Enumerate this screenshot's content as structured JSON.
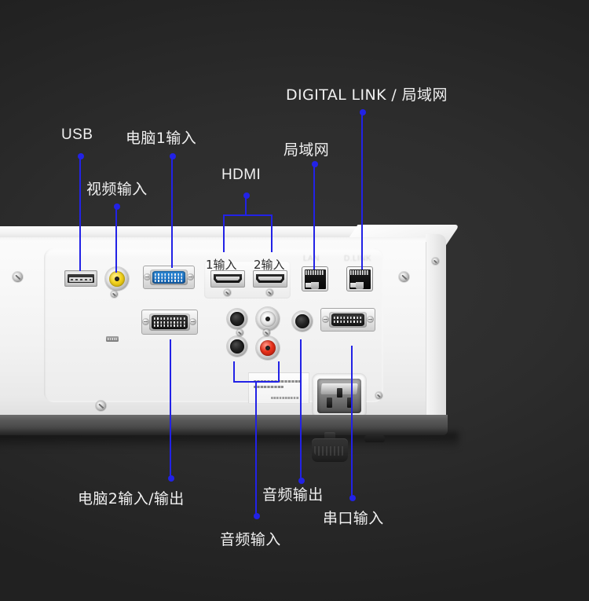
{
  "image": {
    "subject": "projector-rear-connector-panel",
    "background_color": "#2b2b2b",
    "annotation_color": "#2222e6",
    "label_text_color": "#f0f0f0"
  },
  "callouts": [
    {
      "id": "digital-link",
      "label": "DIGITAL LINK / 局域网",
      "target_port": "rj45-right"
    },
    {
      "id": "usb",
      "label": "USB",
      "target_port": "usb-a"
    },
    {
      "id": "computer1-in",
      "label": "电脑1输入",
      "target_port": "vga-blue"
    },
    {
      "id": "lan",
      "label": "局域网",
      "target_port": "rj45-left"
    },
    {
      "id": "video-in",
      "label": "视频输入",
      "target_port": "rca-yellow"
    },
    {
      "id": "hdmi",
      "label": "HDMI",
      "target_port": "hdmi-pair"
    },
    {
      "id": "computer2-io",
      "label": "电脑2输入/输出",
      "target_port": "vga-black"
    },
    {
      "id": "audio-out",
      "label": "音频输出",
      "target_port": "jack-audio-out"
    },
    {
      "id": "audio-in",
      "label": "音频输入",
      "target_port": "audio-in-group"
    },
    {
      "id": "serial-in",
      "label": "串口输入",
      "target_port": "dsub9-serial"
    }
  ],
  "port_labels": [
    {
      "id": "hdmi1",
      "text": "1输入"
    },
    {
      "id": "hdmi2",
      "text": "2输入"
    }
  ],
  "ports": [
    {
      "id": "usb-a",
      "type": "usb-a",
      "color": "#1d1d1d"
    },
    {
      "id": "rca-yellow",
      "type": "rca-composite",
      "color": "#f2d21f"
    },
    {
      "id": "vga-blue",
      "type": "db15-vga",
      "color": "#1464b4"
    },
    {
      "id": "hdmi-1",
      "type": "hdmi",
      "color": "#111111"
    },
    {
      "id": "hdmi-2",
      "type": "hdmi",
      "color": "#111111"
    },
    {
      "id": "rj45-left",
      "type": "rj45",
      "color": "#070707"
    },
    {
      "id": "rj45-right",
      "type": "rj45",
      "color": "#070707"
    },
    {
      "id": "vga-black",
      "type": "db15-vga",
      "color": "#161616"
    },
    {
      "id": "jack-audio-in-1",
      "type": "jack-3.5mm",
      "color": "#0a0a0a"
    },
    {
      "id": "jack-audio-in-2",
      "type": "jack-3.5mm",
      "color": "#0a0a0a"
    },
    {
      "id": "rca-white",
      "type": "rca-audio-left",
      "color": "#eaeaea"
    },
    {
      "id": "rca-red",
      "type": "rca-audio-right",
      "color": "#e8301a"
    },
    {
      "id": "jack-audio-out",
      "type": "jack-3.5mm",
      "color": "#0a0a0a"
    },
    {
      "id": "dsub9-serial",
      "type": "db9-serial",
      "color": "#161616"
    },
    {
      "id": "ac-inlet",
      "type": "iec-c14-power",
      "color": "#6a6a6a"
    }
  ]
}
